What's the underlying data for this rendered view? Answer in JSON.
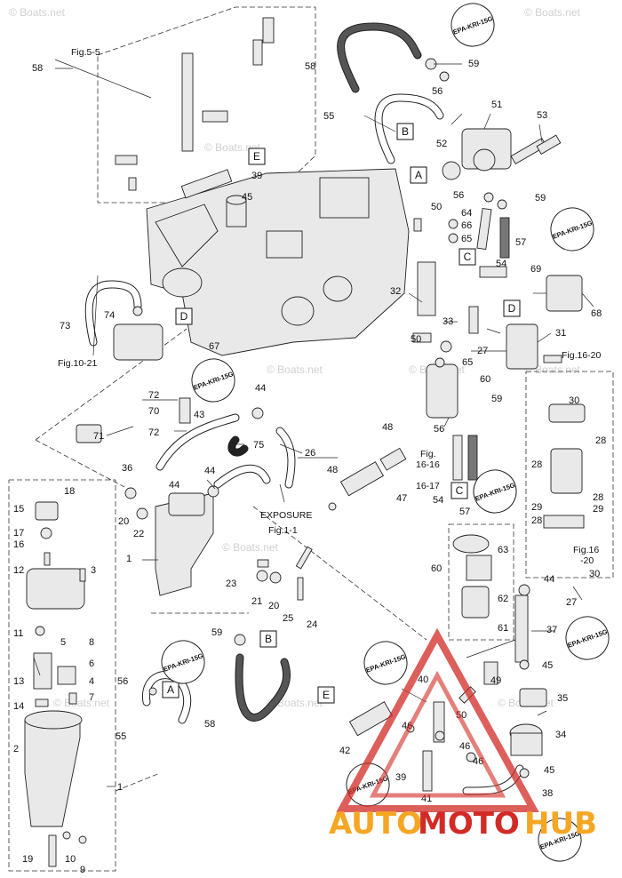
{
  "watermark": {
    "site": "© Boats.net"
  },
  "brand": {
    "part1": "AUTO",
    "part2": "MOTO",
    "part3": "HUB",
    "color_red": "#d22a25",
    "color_orange": "#f5a623"
  },
  "epa_tag": "EPA-KRI-15G",
  "figure_refs": {
    "fig5_5": "Fig.5-5",
    "fig10_21": "Fig.10-21",
    "fig16_20a": "Fig.16-20",
    "fig16_16": "Fig.",
    "fig16_16b": "16-16",
    "fig16_17": "16-17",
    "fig1_1": "Fig.1-1",
    "fig16_20b": "Fig.16",
    "fig16_20c": "-20",
    "exposure": "EXPOSURE"
  },
  "boxed_letters": {
    "a": "A",
    "b": "B",
    "c": "C",
    "d": "D",
    "e": "E"
  },
  "callouts": [
    "1",
    "2",
    "3",
    "4",
    "5",
    "6",
    "7",
    "8",
    "9",
    "10",
    "11",
    "12",
    "13",
    "14",
    "15",
    "16",
    "17",
    "18",
    "19",
    "20",
    "21",
    "22",
    "23",
    "24",
    "25",
    "26",
    "27",
    "28",
    "29",
    "30",
    "31",
    "32",
    "33",
    "34",
    "35",
    "36",
    "37",
    "38",
    "39",
    "40",
    "41",
    "42",
    "43",
    "44",
    "45",
    "46",
    "47",
    "48",
    "49",
    "50",
    "51",
    "52",
    "53",
    "54",
    "55",
    "56",
    "57",
    "58",
    "59",
    "60",
    "61",
    "62",
    "63",
    "64",
    "65",
    "66",
    "67",
    "68",
    "69",
    "70",
    "71",
    "72",
    "73",
    "74",
    "75"
  ]
}
